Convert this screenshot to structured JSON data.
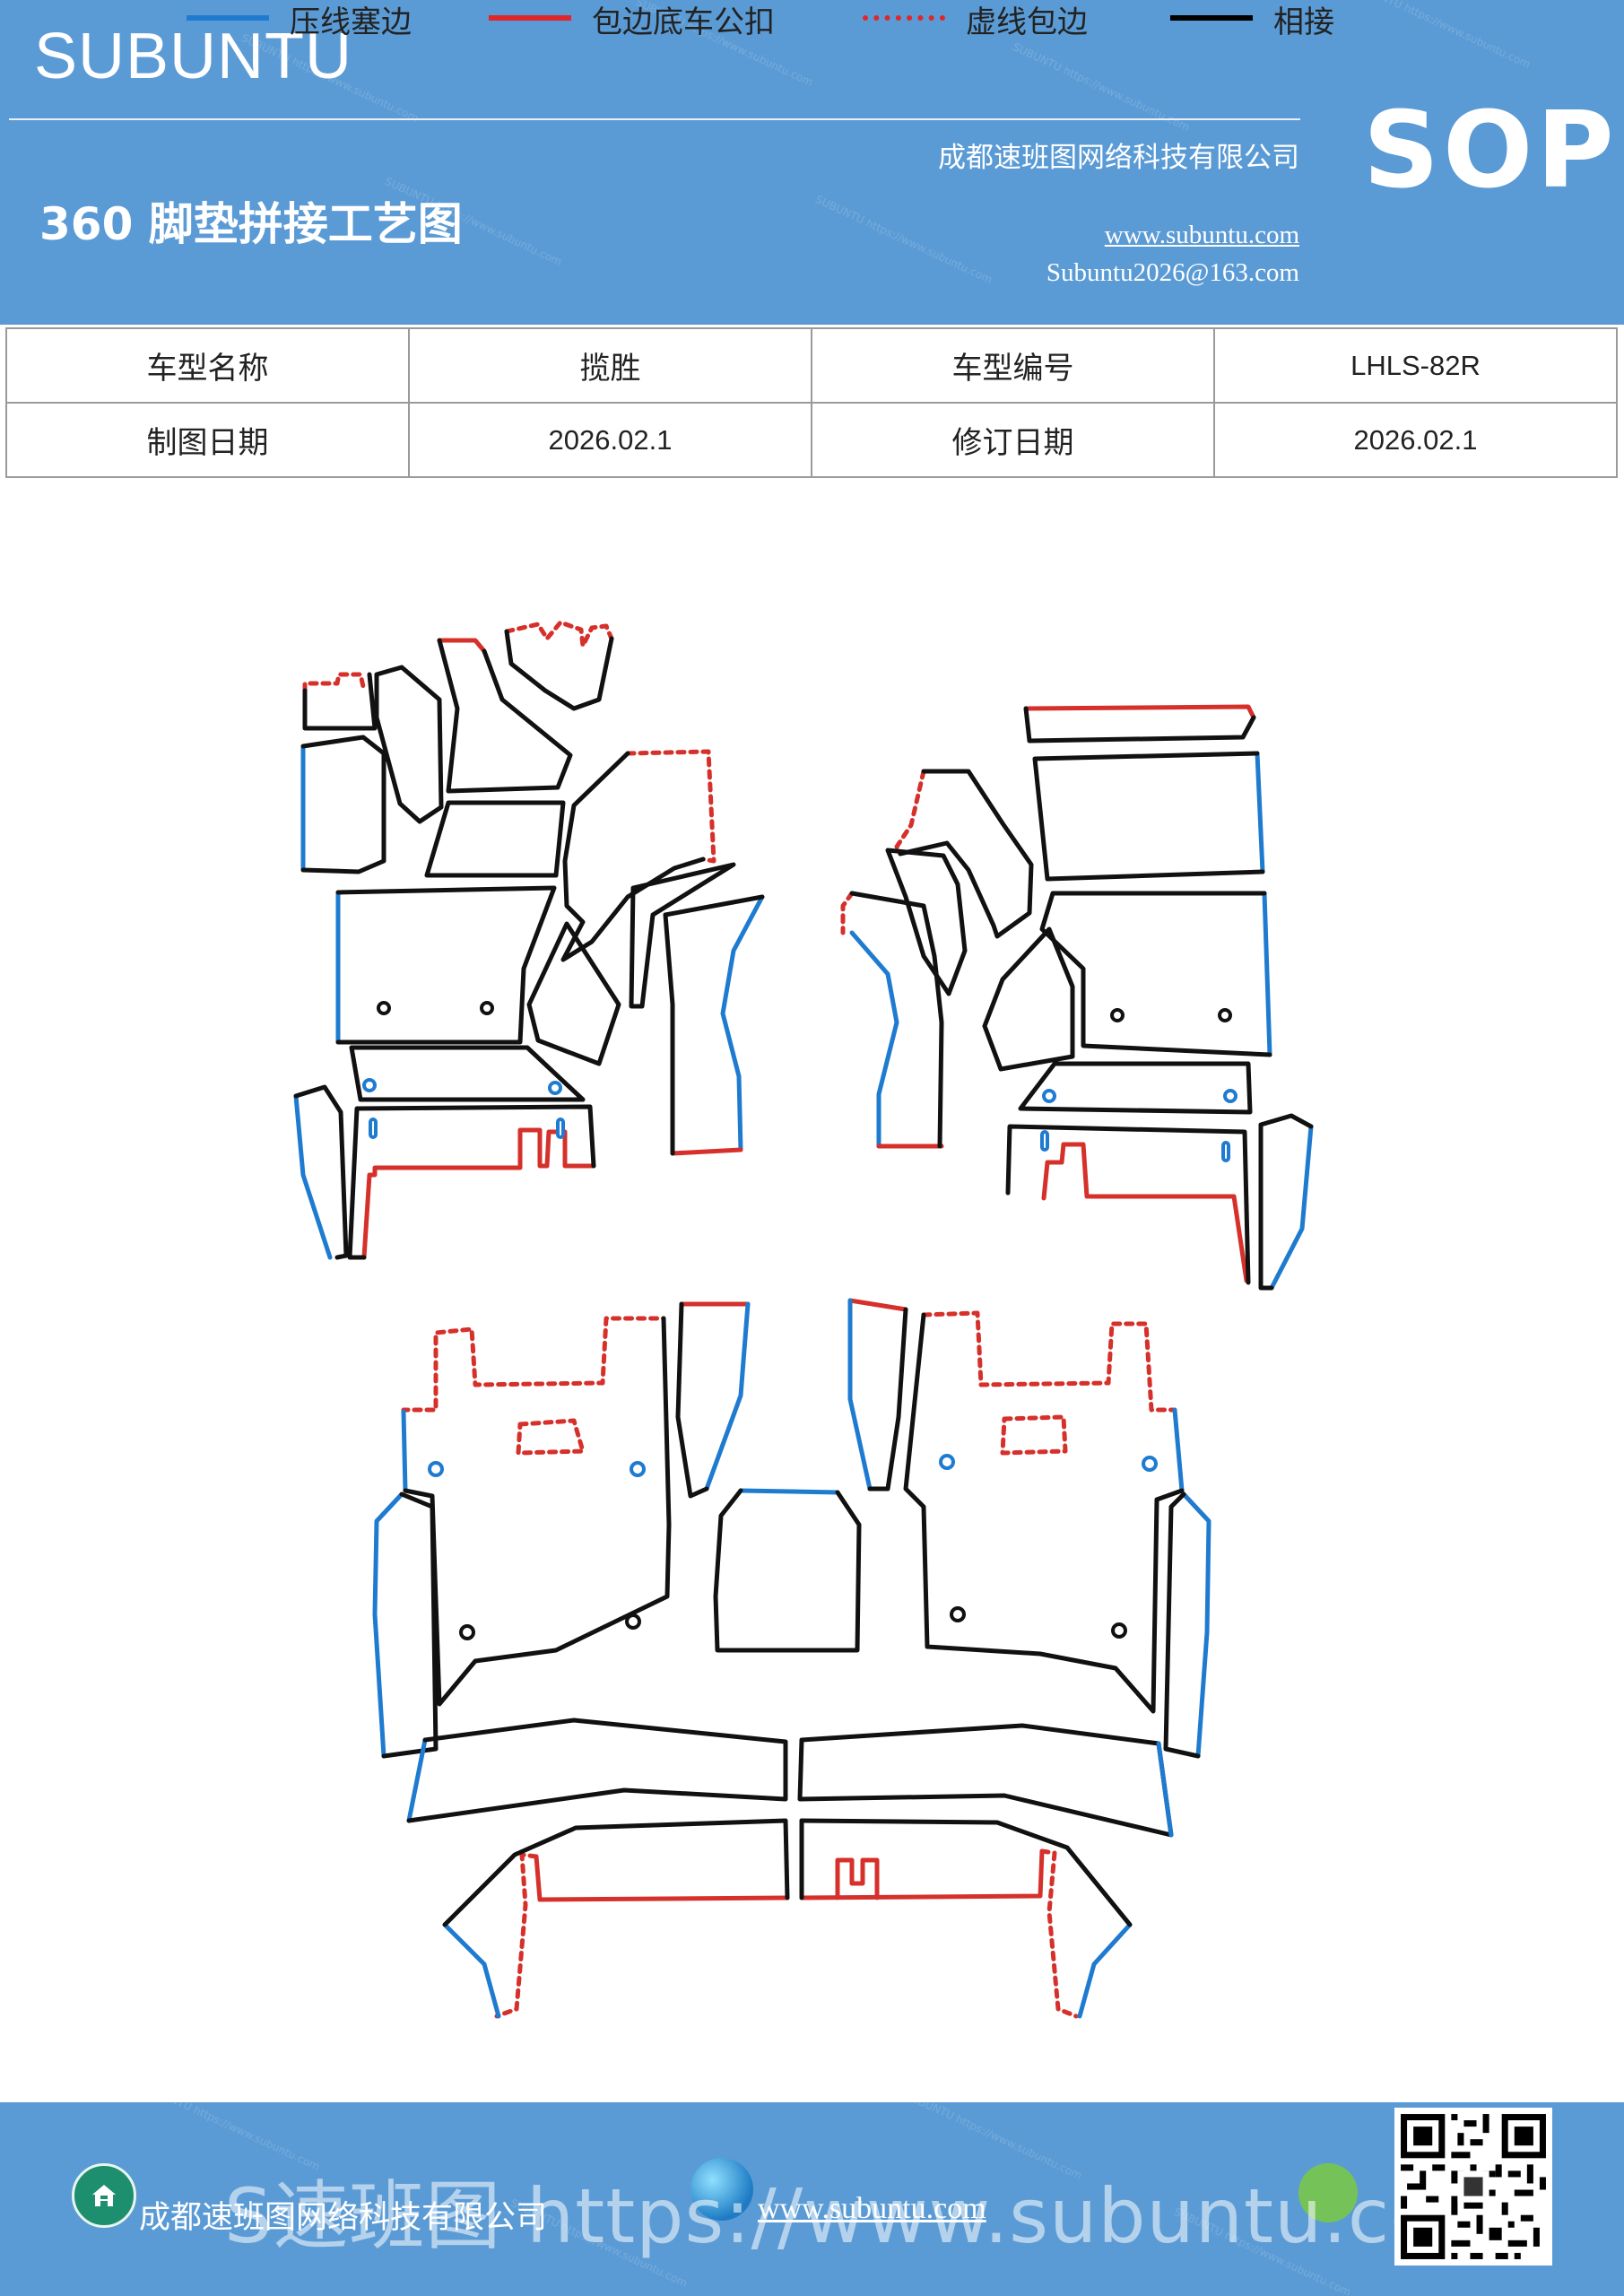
{
  "header": {
    "brand": "SUBUNTU",
    "doc_type": "SOP",
    "title": "360 脚垫拼接工艺图",
    "company": "成都速班图网络科技有限公司",
    "website": "www.subuntu.com",
    "email": "Subuntu2026@163.com"
  },
  "info_table": {
    "row1": {
      "label1": "车型名称",
      "value1": "揽胜",
      "label2": "车型编号",
      "value2": "LHLS-82R"
    },
    "row2": {
      "label1": "制图日期",
      "value1": "2026.02.1",
      "label2": "修订日期",
      "value2": "2026.02.1"
    }
  },
  "legend": [
    {
      "label": "压线塞边",
      "color": "#1f7bd0",
      "style": "solid"
    },
    {
      "label": "包边底车公扣",
      "color": "#e0262a",
      "style": "solid"
    },
    {
      "label": "虚线包边",
      "color": "#e0262a",
      "style": "dotted"
    },
    {
      "label": "相接",
      "color": "#000000",
      "style": "solid"
    }
  ],
  "colors": {
    "blue": "#1f7bd0",
    "red": "#d6302b",
    "black": "#111111",
    "header_bg": "#5b9bd5"
  },
  "footer": {
    "overlay_text": "S速班图 https://www.subuntu.com",
    "company": "成都速班图网络科技有限公司",
    "website": "www.subuntu.com",
    "icons": [
      "home-icon",
      "globe-icon",
      "wechat-icon",
      "qr-code"
    ]
  }
}
